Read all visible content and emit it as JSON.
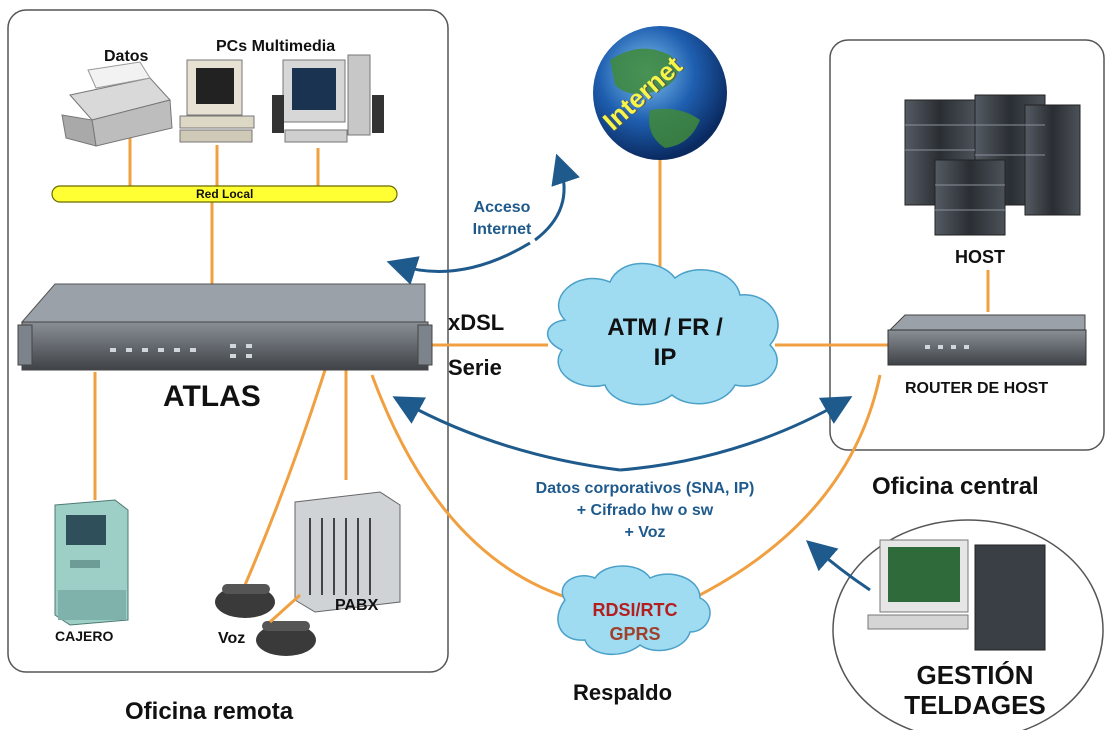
{
  "colors": {
    "link_line": "#f0a040",
    "arrow": "#1f5a8c",
    "lan_bus": "#ffff33",
    "cloud": "#9fdcf2",
    "panel_border": "#555555"
  },
  "remote_office": {
    "title": "Oficina remota",
    "printer_label": "Datos",
    "pcs_label": "PCs Multimedia",
    "lan_label": "Red Local",
    "device_label": "ATLAS",
    "atm_label": "CAJERO",
    "phones_label": "Voz",
    "pabx_label": "PABX"
  },
  "wan": {
    "xdsl_label": "xDSL",
    "serial_label": "Serie",
    "cloud_text": [
      "ATM / FR /",
      "IP"
    ],
    "internet_access_label": [
      "Acceso",
      "Internet"
    ],
    "internet_label": "Internet",
    "corporate_data_label": [
      "Datos corporativos (SNA, IP)",
      "+ Cifrado hw o sw",
      "+ Voz"
    ],
    "backup_cloud_text": [
      "RDSI/RTC",
      "GPRS"
    ],
    "backup_label": "Respaldo"
  },
  "central_office": {
    "title": "Oficina central",
    "host_label": "HOST",
    "router_label": "ROUTER DE HOST"
  },
  "management": {
    "label": [
      "GESTIÓN",
      "TELDAGES"
    ]
  }
}
